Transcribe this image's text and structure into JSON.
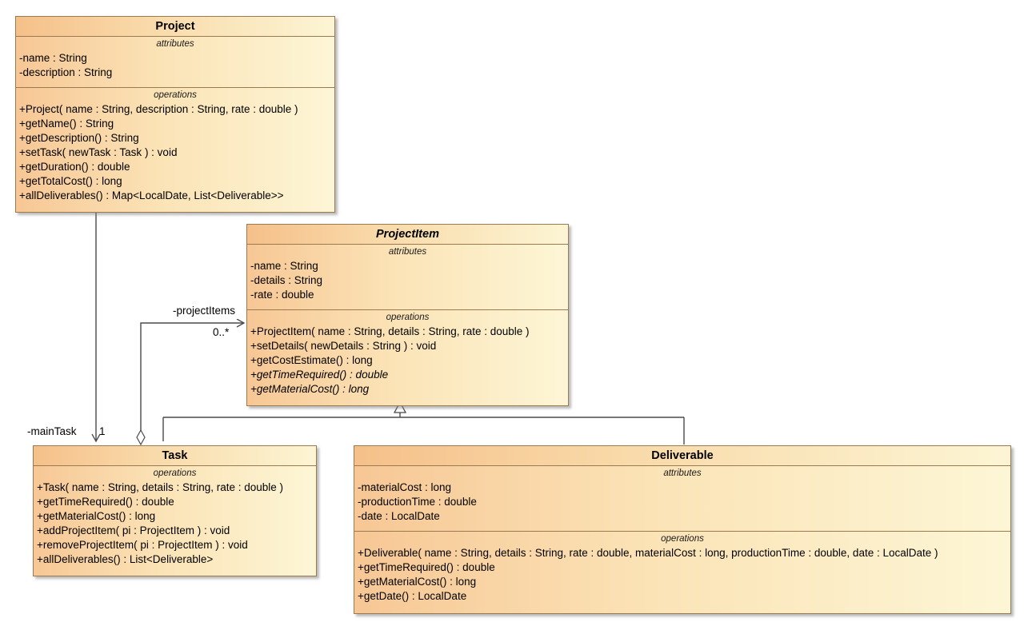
{
  "diagram": {
    "type": "uml-class-diagram",
    "background_color": "#ffffff",
    "box_border_color": "#9c7a50",
    "box_fill_start": "#f7c795",
    "box_fill_end": "#fdf6d6",
    "line_color": "#4a4a4a"
  },
  "classes": {
    "project": {
      "name": "Project",
      "abstract": false,
      "attributes_label": "attributes",
      "attributes": [
        "-name : String",
        "-description : String"
      ],
      "operations_label": "operations",
      "operations": [
        {
          "text": "+Project( name : String, description : String, rate : double )",
          "abstract": false
        },
        {
          "text": "+getName() : String",
          "abstract": false
        },
        {
          "text": "+getDescription() : String",
          "abstract": false
        },
        {
          "text": "+setTask( newTask : Task ) : void",
          "abstract": false
        },
        {
          "text": "+getDuration() : double",
          "abstract": false
        },
        {
          "text": "+getTotalCost() : long",
          "abstract": false
        },
        {
          "text": "+allDeliverables() : Map<LocalDate, List<Deliverable>>",
          "abstract": false
        }
      ]
    },
    "project_item": {
      "name": "ProjectItem",
      "abstract": true,
      "attributes_label": "attributes",
      "attributes": [
        "-name : String",
        "-details : String",
        "-rate : double"
      ],
      "operations_label": "operations",
      "operations": [
        {
          "text": "+ProjectItem( name : String, details : String, rate : double )",
          "abstract": false
        },
        {
          "text": "+setDetails( newDetails : String ) : void",
          "abstract": false
        },
        {
          "text": "+getCostEstimate() : long",
          "abstract": false
        },
        {
          "text": "+getTimeRequired() : double",
          "abstract": true
        },
        {
          "text": "+getMaterialCost() : long",
          "abstract": true
        }
      ]
    },
    "task": {
      "name": "Task",
      "abstract": false,
      "operations_label": "operations",
      "operations": [
        {
          "text": "+Task( name : String, details : String, rate : double )",
          "abstract": false
        },
        {
          "text": "+getTimeRequired() : double",
          "abstract": false
        },
        {
          "text": "+getMaterialCost() : long",
          "abstract": false
        },
        {
          "text": "+addProjectItem( pi : ProjectItem ) : void",
          "abstract": false
        },
        {
          "text": "+removeProjectItem( pi : ProjectItem ) : void",
          "abstract": false
        },
        {
          "text": "+allDeliverables() : List<Deliverable>",
          "abstract": false
        }
      ]
    },
    "deliverable": {
      "name": "Deliverable",
      "abstract": false,
      "attributes_label": "attributes",
      "attributes": [
        "-materialCost : long",
        "-productionTime : double",
        "-date : LocalDate"
      ],
      "operations_label": "operations",
      "operations": [
        {
          "text": "+Deliverable( name : String, details : String, rate : double, materialCost : long, productionTime : double, date : LocalDate )",
          "abstract": false
        },
        {
          "text": "+getTimeRequired() : double",
          "abstract": false
        },
        {
          "text": "+getMaterialCost() : long",
          "abstract": false
        },
        {
          "text": "+getDate() : LocalDate",
          "abstract": false
        }
      ]
    }
  },
  "relationships": {
    "project_to_task": {
      "kind": "association",
      "role_label": "-mainTask",
      "multiplicity": "1",
      "source": "Project",
      "target": "Task"
    },
    "task_to_project_item": {
      "kind": "aggregation",
      "role_label": "-projectItems",
      "multiplicity": "0..*",
      "source": "Task",
      "target": "ProjectItem"
    },
    "task_generalization": {
      "kind": "generalization",
      "source": "Task",
      "target": "ProjectItem"
    },
    "deliverable_generalization": {
      "kind": "generalization",
      "source": "Deliverable",
      "target": "ProjectItem"
    }
  }
}
